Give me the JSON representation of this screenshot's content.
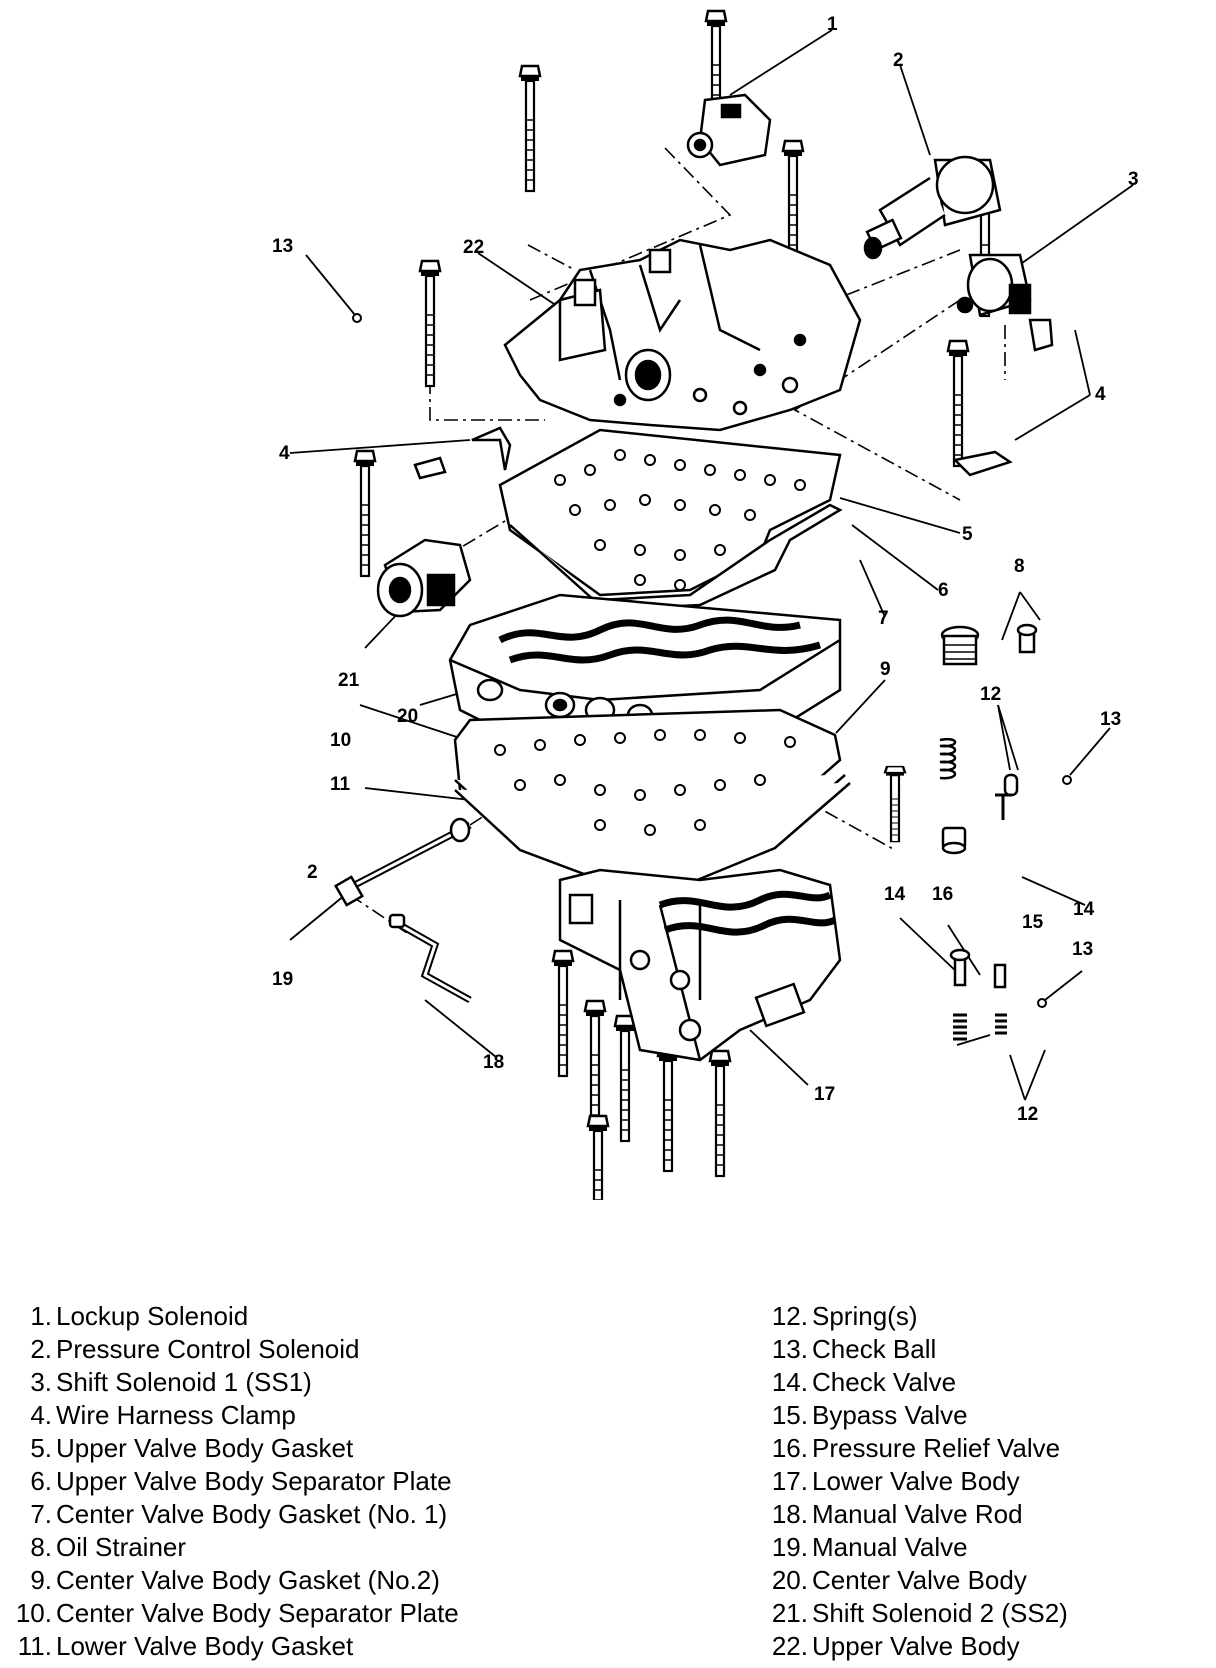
{
  "callouts": [
    "1",
    "2",
    "3",
    "4",
    "5",
    "6",
    "7",
    "8",
    "9",
    "10",
    "11",
    "12",
    "13",
    "14",
    "15",
    "16",
    "17",
    "18",
    "19",
    "20",
    "21",
    "22"
  ],
  "legend_left": [
    {
      "num": "1.",
      "text": "Lockup Solenoid"
    },
    {
      "num": "2.",
      "text": "Pressure Control Solenoid"
    },
    {
      "num": "3.",
      "text": "Shift Solenoid 1 (SS1)"
    },
    {
      "num": "4.",
      "text": "Wire Harness Clamp"
    },
    {
      "num": "5.",
      "text": "Upper Valve Body Gasket"
    },
    {
      "num": "6.",
      "text": "Upper Valve Body Separator Plate"
    },
    {
      "num": "7.",
      "text": "Center Valve Body Gasket (No. 1)"
    },
    {
      "num": "8.",
      "text": "Oil Strainer"
    },
    {
      "num": "9.",
      "text": "Center Valve Body Gasket (No.2)"
    },
    {
      "num": "10.",
      "text": "Center Valve Body Separator Plate"
    },
    {
      "num": "11.",
      "text": "Lower Valve Body Gasket"
    }
  ],
  "legend_right": [
    {
      "num": "12.",
      "text": "Spring(s)"
    },
    {
      "num": "13.",
      "text": "Check Ball"
    },
    {
      "num": "14.",
      "text": "Check Valve"
    },
    {
      "num": "15.",
      "text": "Bypass Valve"
    },
    {
      "num": "16.",
      "text": "Pressure Relief Valve"
    },
    {
      "num": "17.",
      "text": "Lower Valve Body"
    },
    {
      "num": "18.",
      "text": "Manual Valve Rod"
    },
    {
      "num": "19.",
      "text": "Manual Valve"
    },
    {
      "num": "20.",
      "text": "Center Valve Body"
    },
    {
      "num": "21.",
      "text": "Shift Solenoid 2 (SS2)"
    },
    {
      "num": "22.",
      "text": "Upper Valve Body"
    }
  ]
}
